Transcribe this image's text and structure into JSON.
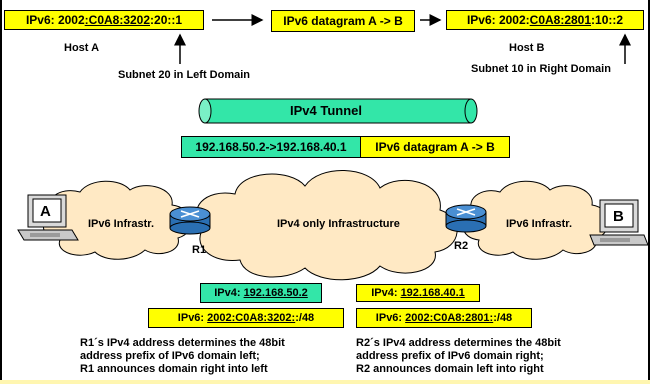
{
  "host_a": {
    "addr_prefix": "IPv6: 2002",
    "addr_ul": ":C0A8:3202",
    "addr_suffix": ":20::1",
    "label": "Host A",
    "subnet": "Subnet 20 in Left Domain"
  },
  "datagram_top": "IPv6 datagram A -> B",
  "host_b": {
    "addr_prefix": "IPv6: 2002:",
    "addr_ul": "C0A8:2801",
    "addr_suffix": ":10::2",
    "label": "Host B",
    "subnet": "Subnet 10 in Right Domain"
  },
  "tunnel": {
    "label": "IPv4 Tunnel",
    "ipv4_header": "192.168.50.2->192.168.40.1",
    "payload": "IPv6 datagram A -> B"
  },
  "network": {
    "left_infra": "IPv6 Infrastr.",
    "middle_infra": "IPv4 only  Infrastructure",
    "right_infra": "IPv6 Infrastr.",
    "r1": "R1",
    "r2": "R2",
    "host_a_letter": "A",
    "host_b_letter": "B"
  },
  "r1": {
    "ipv4_prefix": "IPv4: ",
    "ipv4_addr": "192.168.50.2",
    "ipv6_prefix": "IPv6: ",
    "ipv6_addr": "2002:C0A8:3202:",
    "ipv6_suffix": ":/48",
    "note_lines": [
      "R1´s IPv4 address determines the 48bit",
      "address prefix of IPv6 domain left;",
      "R1 announces domain right into left"
    ]
  },
  "r2": {
    "ipv4_prefix": "IPv4: ",
    "ipv4_addr": "192.168.40.1",
    "ipv6_prefix": "IPv6: ",
    "ipv6_addr": "2002:C0A8:2801:",
    "ipv6_suffix": ":/48",
    "note_lines": [
      "R2´s IPv4 address determines the 48bit",
      "address prefix of IPv6 domain right;",
      "R2  announces domain left into right"
    ]
  },
  "colors": {
    "highlight": "#ffff00",
    "tunnel_green": "#33e6a8",
    "cloud": "#ffe9c4",
    "router": "#2a6fb3"
  }
}
